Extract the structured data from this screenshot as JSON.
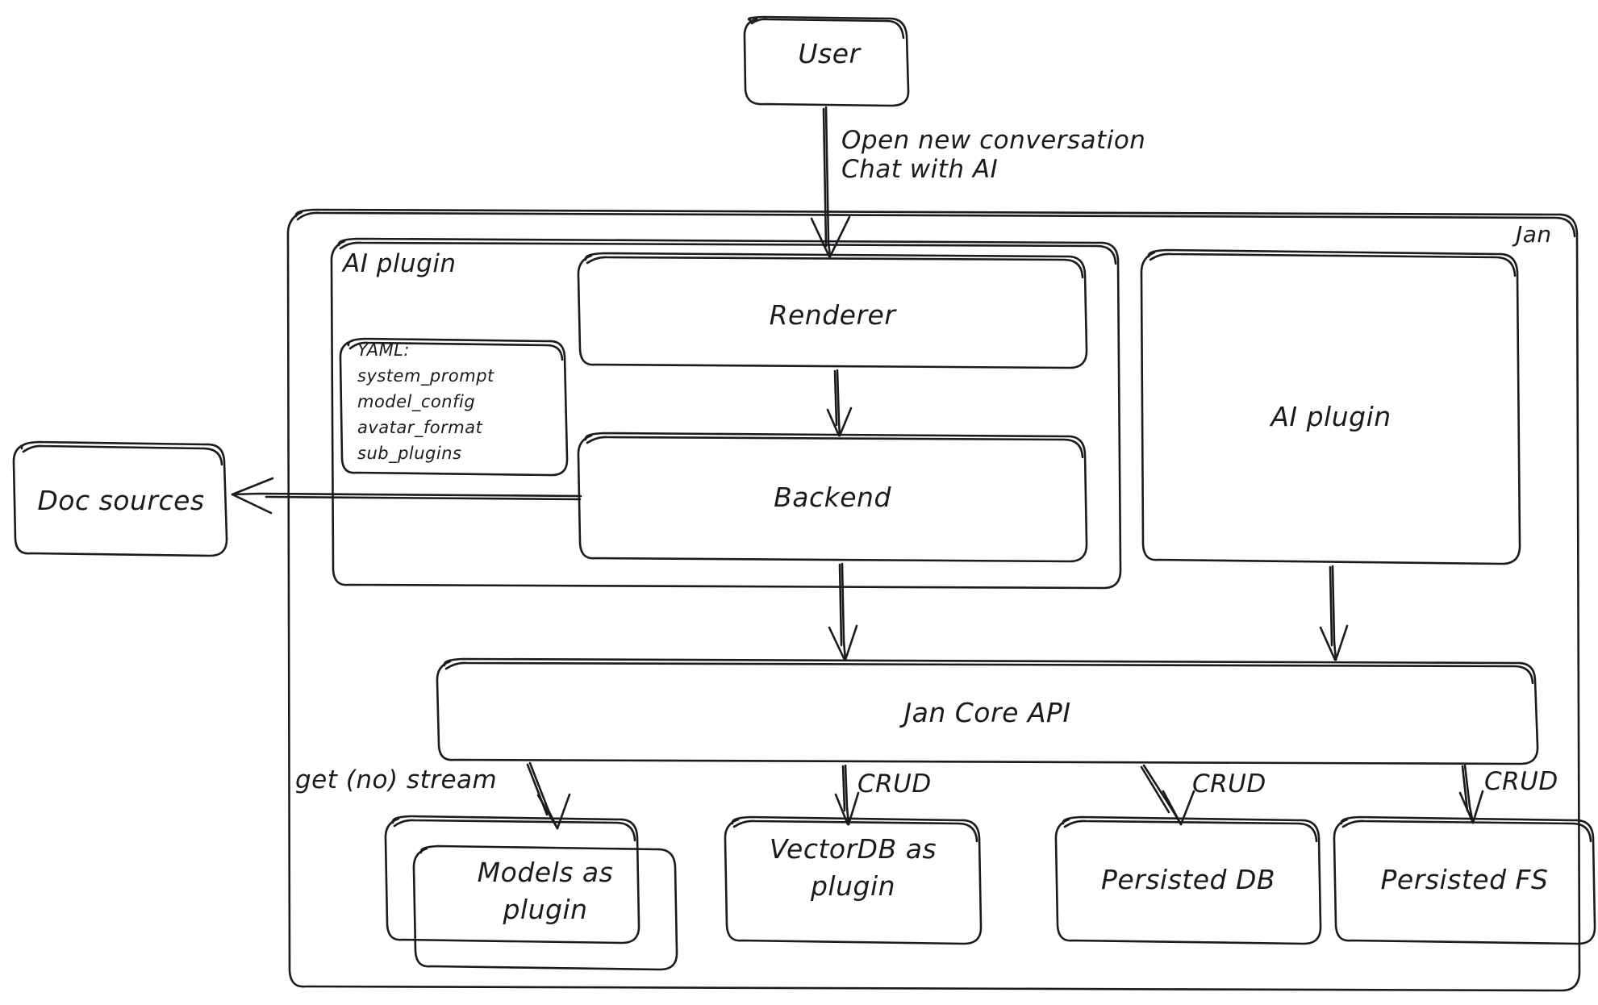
{
  "diagram": {
    "title": "Jan architecture sketch",
    "style": "hand-drawn",
    "stroke_color": "#1b1b1f",
    "background_color": "#ffffff"
  },
  "nodes": {
    "user": {
      "label": "User"
    },
    "jan_container": {
      "label": "Jan"
    },
    "ai_plugin_container": {
      "label": "AI plugin"
    },
    "yaml_note": {
      "label": "YAML:\nsystem_prompt\nmodel_config\navatar_format\nsub_plugins"
    },
    "renderer": {
      "label": "Renderer"
    },
    "backend": {
      "label": "Backend"
    },
    "ai_plugin_box": {
      "label": "AI plugin"
    },
    "doc_sources": {
      "label": "Doc sources"
    },
    "jan_core_api": {
      "label": "Jan Core API"
    },
    "models_as_plugin": {
      "label": "Models as\nplugin"
    },
    "vectordb_as_plugin": {
      "label": "VectorDB as\nplugin"
    },
    "persisted_db": {
      "label": "Persisted DB"
    },
    "persisted_fs": {
      "label": "Persisted FS"
    }
  },
  "edges": {
    "user_to_renderer": {
      "label": "Open new conversation\nChat with AI"
    },
    "renderer_to_backend": {
      "label": ""
    },
    "backend_to_doc_sources": {
      "label": ""
    },
    "backend_to_core": {
      "label": ""
    },
    "ai_plugin_to_core": {
      "label": ""
    },
    "core_to_models": {
      "label": "get (no) stream"
    },
    "core_to_vectordb": {
      "label": "CRUD"
    },
    "core_to_db": {
      "label": "CRUD"
    },
    "core_to_fs": {
      "label": "CRUD"
    }
  }
}
